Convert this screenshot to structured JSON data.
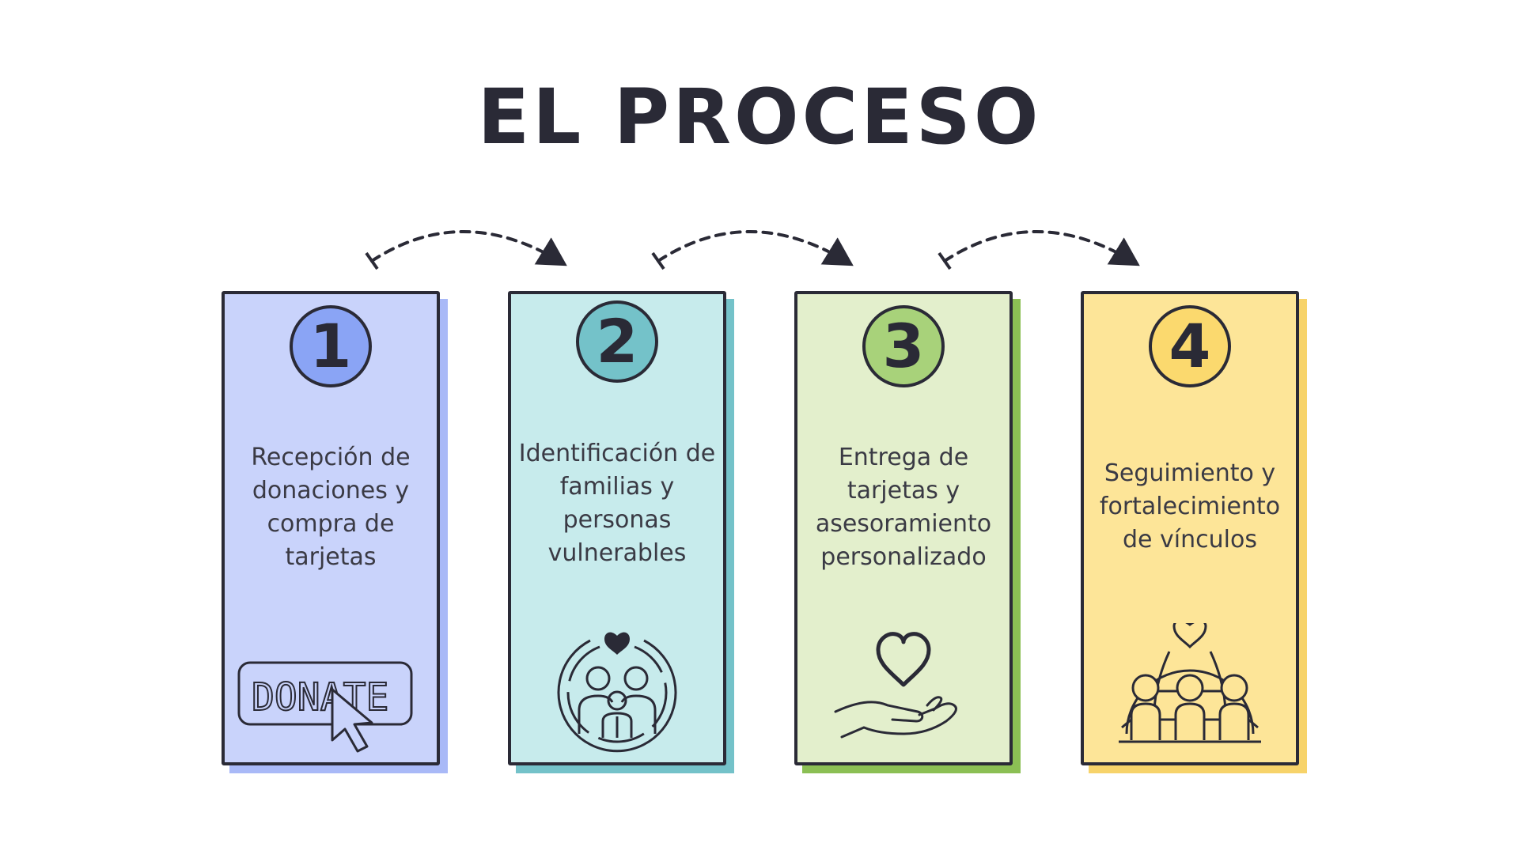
{
  "title": "EL PROCESO",
  "colors": {
    "ink": "#2a2a36",
    "step1_bg": "#c9d3fb",
    "step1_shadow": "#a9b9f7",
    "step1_accent": "#8aa4f5",
    "step2_bg": "#c7ebec",
    "step2_shadow": "#74c2c9",
    "step2_accent": "#74c2c9",
    "step3_bg": "#e3efcc",
    "step3_shadow": "#8bbf54",
    "step3_accent": "#a8d27a",
    "step4_bg": "#fde598",
    "step4_shadow": "#f7d36a",
    "step4_accent": "#fbd96e"
  },
  "steps": [
    {
      "number": "1",
      "text": "Recepción de donaciones y compra de tarjetas",
      "icon": "donate-button-icon",
      "icon_text": "DONATE"
    },
    {
      "number": "2",
      "text": "Identificación de familias y personas vulnerables",
      "icon": "family-heart-icon"
    },
    {
      "number": "3",
      "text": "Entrega de tarjetas y asesoramiento personalizado",
      "icon": "hand-heart-icon"
    },
    {
      "number": "4",
      "text": "Seguimiento y fortalecimiento de vínculos",
      "icon": "community-globe-icon"
    }
  ]
}
